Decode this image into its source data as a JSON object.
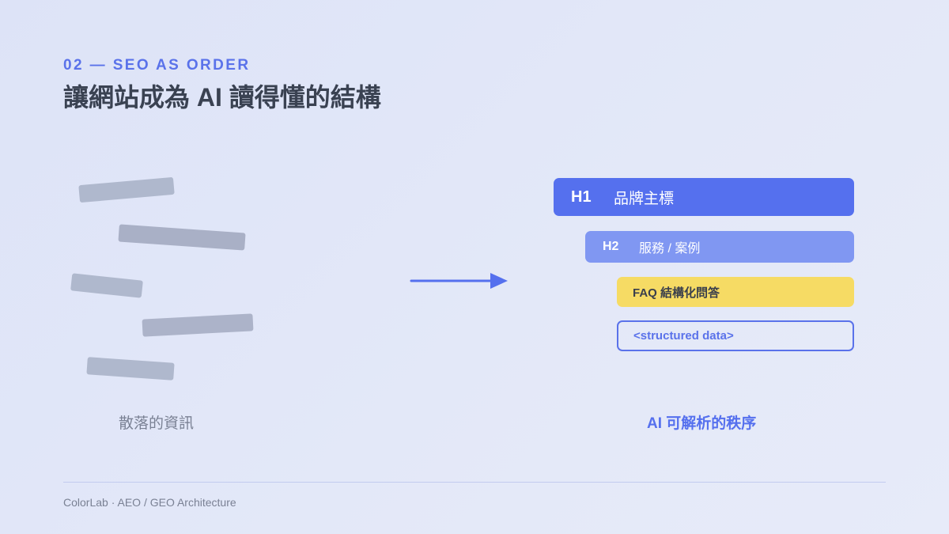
{
  "header": {
    "eyebrow": "02 — SEO AS ORDER",
    "title": "讓網站成為 AI 讀得懂的結構"
  },
  "left_panel": {
    "caption": "散落的資訊"
  },
  "right_panel": {
    "h1": {
      "tag": "H1",
      "text": "品牌主標"
    },
    "h2": {
      "tag": "H2",
      "text": "服務 / 案例"
    },
    "faq": {
      "text": "FAQ 結構化問答"
    },
    "structured": {
      "text": "<structured data>"
    },
    "caption": "AI 可解析的秩序"
  },
  "footer": {
    "text": "ColorLab · AEO / GEO Architecture"
  },
  "colors": {
    "accent": "#5570ee",
    "accent_light": "#8097f2",
    "highlight": "#f6db64",
    "muted_bar": "#aab2c8",
    "title_text": "#3a4252"
  },
  "icons": {
    "arrow": "arrow-right-icon"
  }
}
